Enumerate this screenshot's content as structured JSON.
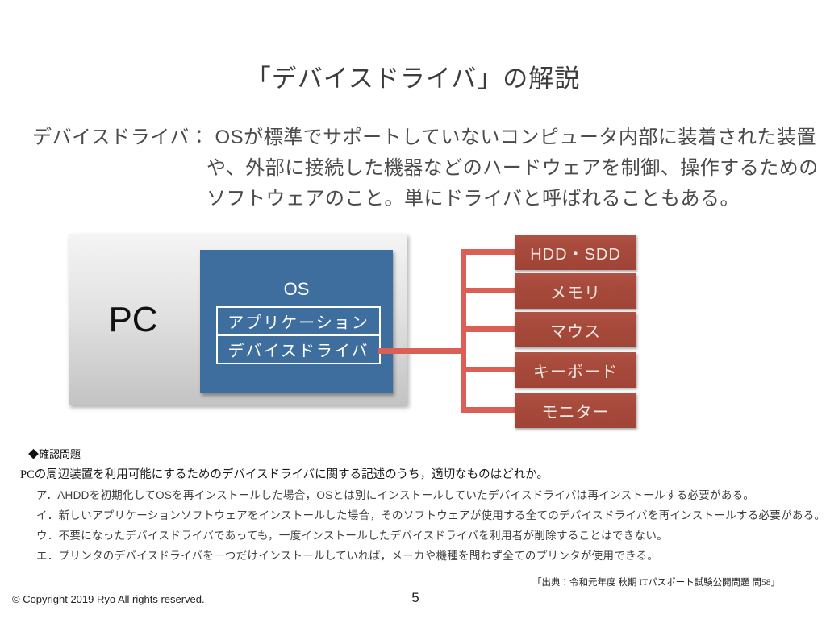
{
  "slide": {
    "title": "「デバイスドライバ」の解説",
    "definition": {
      "line1": "デバイスドライバ： OSが標準でサポートしていないコンピュータ内部に装着された装置",
      "line2": "や、外部に接続した機器などのハードウェアを制御、操作するための",
      "line3": "ソフトウェアのこと。単にドライバと呼ばれることもある。"
    },
    "diagram": {
      "pc_label": "PC",
      "os_label": "OS",
      "layers": [
        "アプリケーション",
        "デバイスドライバ"
      ],
      "devices": [
        "HDD・SDD",
        "メモリ",
        "マウス",
        "キーボード",
        "モニター"
      ],
      "colors": {
        "os_box": "#3d6e9e",
        "device_box": "#a84b3c",
        "connector": "#db5f55",
        "pc_box_gradient_top": "#f4f4f4",
        "pc_box_gradient_bottom": "#c3c3c3"
      }
    },
    "quiz": {
      "heading": "◆確認問題",
      "question": "PCの周辺装置を利用可能にするためのデバイスドライバに関する記述のうち，適切なものはどれか。",
      "options": [
        "ア．AHDDを初期化してOSを再インストールした場合，OSとは別にインストールしていたデバイスドライバは再インストールする必要がある。",
        "イ．新しいアプリケーションソフトウェアをインストールした場合，そのソフトウェアが使用する全てのデバイスドライバを再インストールする必要がある。",
        "ウ．不要になったデバイスドライバであっても，一度インストールしたデバイスドライバを利用者が削除することはできない。",
        "エ．プリンタのデバイスドライバを一つだけインストールしていれば，メーカや機種を問わず全てのプリンタが使用できる。"
      ]
    },
    "footer": {
      "copyright": "© Copyright 2019 Ryo All rights reserved.",
      "page_number": "5",
      "source": "「出典：令和元年度 秋期 ITパスポート試験公開問題 問58」"
    }
  }
}
